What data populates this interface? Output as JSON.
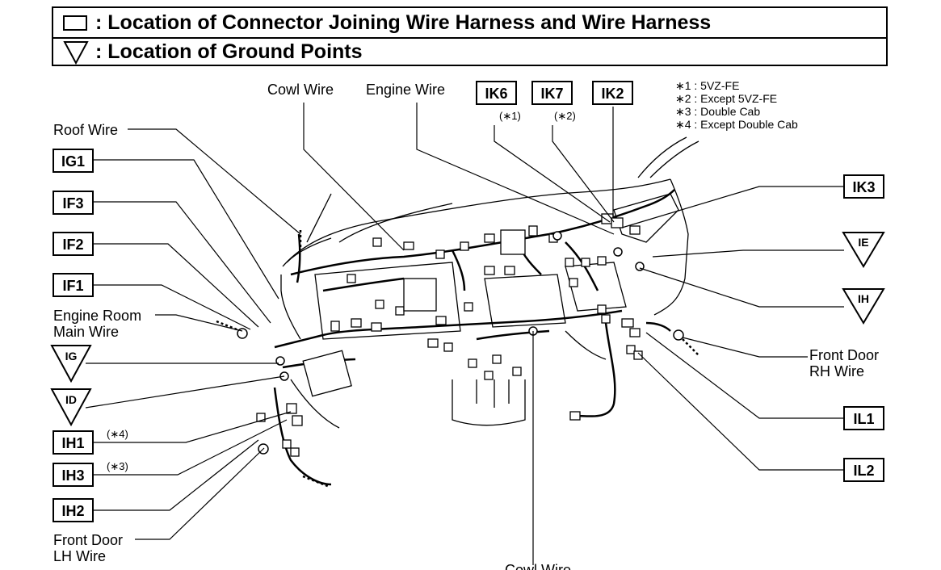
{
  "legend": {
    "connector_text": ": Location of Connector Joining Wire Harness and Wire Harness",
    "ground_text": ": Location of Ground Points"
  },
  "connector_labels": {
    "IG1": "IG1",
    "IF3": "IF3",
    "IF2": "IF2",
    "IF1": "IF1",
    "IH1": "IH1",
    "IH3": "IH3",
    "IH2": "IH2",
    "IK6": "IK6",
    "IK7": "IK7",
    "IK2": "IK2",
    "IK3": "IK3",
    "IL1": "IL1",
    "IL2": "IL2"
  },
  "ground_labels": {
    "IG": "IG",
    "ID": "ID",
    "IE": "IE",
    "IH": "IH"
  },
  "wire_labels": {
    "roof": "Roof Wire",
    "cowl_top": "Cowl Wire",
    "engine": "Engine Wire",
    "engine_room_1": "Engine Room",
    "engine_room_2": "Main Wire",
    "front_door_rh_1": "Front Door",
    "front_door_rh_2": "RH Wire",
    "front_door_lh_1": "Front Door",
    "front_door_lh_2": "LH Wire",
    "cowl_bottom": "Cowl Wire"
  },
  "refs": {
    "ik6": "(∗1)",
    "ik7": "(∗2)",
    "ih1": "(∗4)",
    "ih3": "(∗3)"
  },
  "notes": [
    "∗1 : 5VZ-FE",
    "∗2 : Except 5VZ-FE",
    "∗3 : Double Cab",
    "∗4 : Except Double Cab"
  ]
}
